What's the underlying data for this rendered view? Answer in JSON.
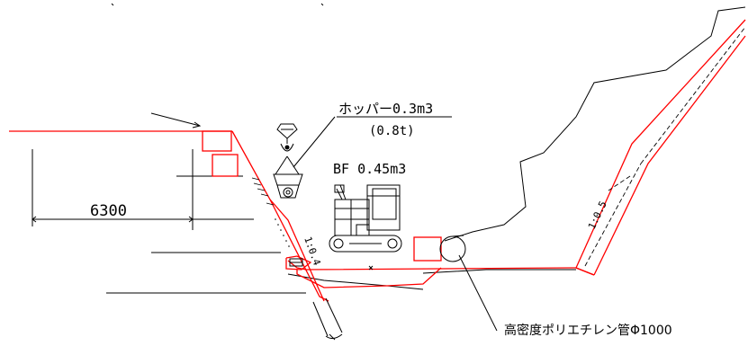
{
  "drawing": {
    "dimension_label": "6300",
    "hopper_label": "ホッパー0.3m3",
    "hopper_weight_label": "(0.8t)",
    "backhoe_label": "BF 0.45m3",
    "pipe_label": "高密度ポリエチレン管Φ1000",
    "slope_left_label": "1:0.4",
    "slope_right_label": "1:0.5",
    "colors": {
      "design_line": "#ff0000",
      "existing_ground": "#000000",
      "background": "#ffffff"
    },
    "icons": [
      "crane-hook-icon",
      "hopper-bucket-icon",
      "backhoe-icon",
      "pipe-icon",
      "excavator-bucket-icon"
    ]
  }
}
